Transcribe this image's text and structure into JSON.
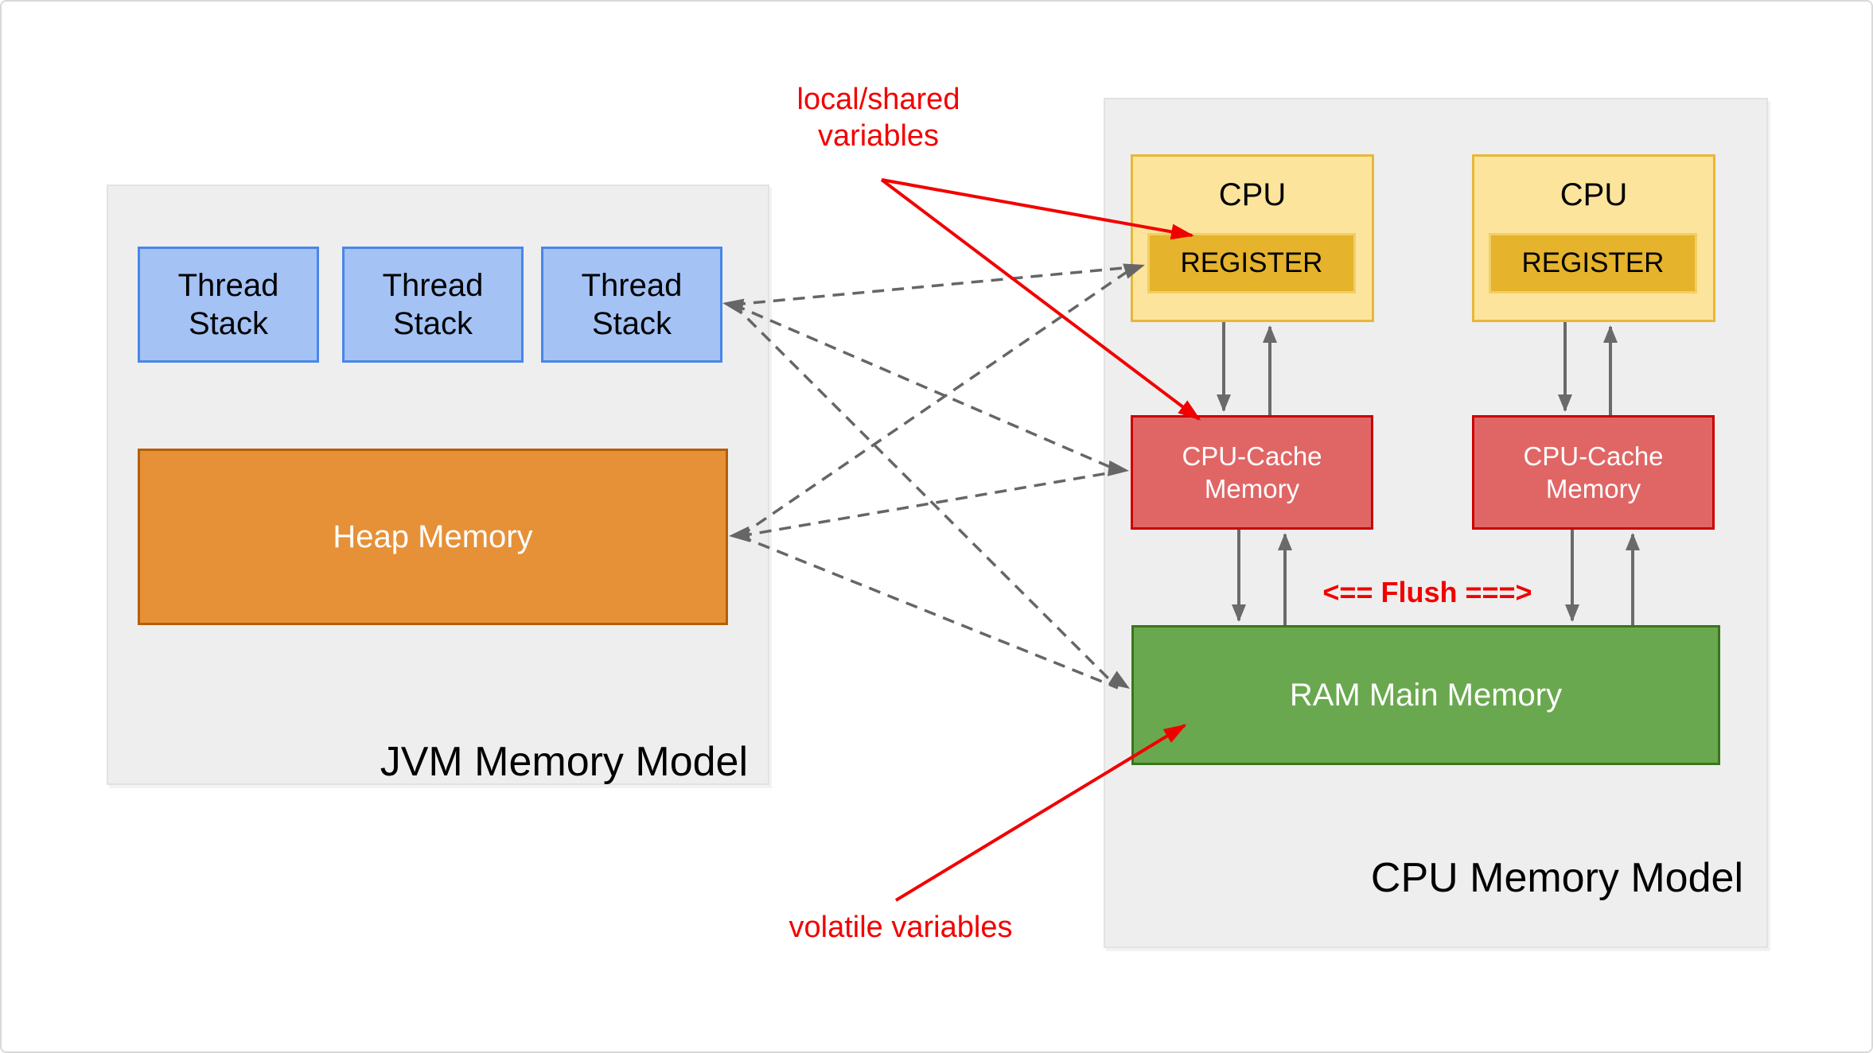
{
  "page": {
    "background": "#ffffff",
    "border_color": "#d9d9d9"
  },
  "palette": {
    "thread_stack_fill": "#a4c2f4",
    "thread_stack_border": "#4a86e8",
    "heap_fill": "#e69138",
    "heap_border": "#b45f06",
    "cpu_fill": "#fce49c",
    "cpu_border": "#e8b73a",
    "register_fill": "#e5b32c",
    "register_border": "#f2cf63",
    "cache_fill": "#e06666",
    "cache_border": "#cc0000",
    "ram_fill": "#6aa84f",
    "ram_border": "#38761d",
    "panel_fill": "#eeeeee",
    "connector_gray": "#666666",
    "annotation_red": "#f20000"
  },
  "jvm_panel": {
    "title": "JVM Memory Model",
    "thread_stacks": [
      {
        "label": "Thread\nStack"
      },
      {
        "label": "Thread\nStack"
      },
      {
        "label": "Thread\nStack"
      }
    ],
    "heap": {
      "label": "Heap Memory"
    }
  },
  "cpu_panel": {
    "title": "CPU Memory Model",
    "cpus": [
      {
        "label": "CPU",
        "register_label": "REGISTER"
      },
      {
        "label": "CPU",
        "register_label": "REGISTER"
      }
    ],
    "caches": [
      {
        "label": "CPU-Cache\nMemory"
      },
      {
        "label": "CPU-Cache\nMemory"
      }
    ],
    "ram": {
      "label": "RAM Main Memory"
    }
  },
  "annotations": {
    "local_shared": "local/shared\nvariables",
    "volatile_vars": "volatile variables",
    "flush": "<== Flush ===>"
  }
}
